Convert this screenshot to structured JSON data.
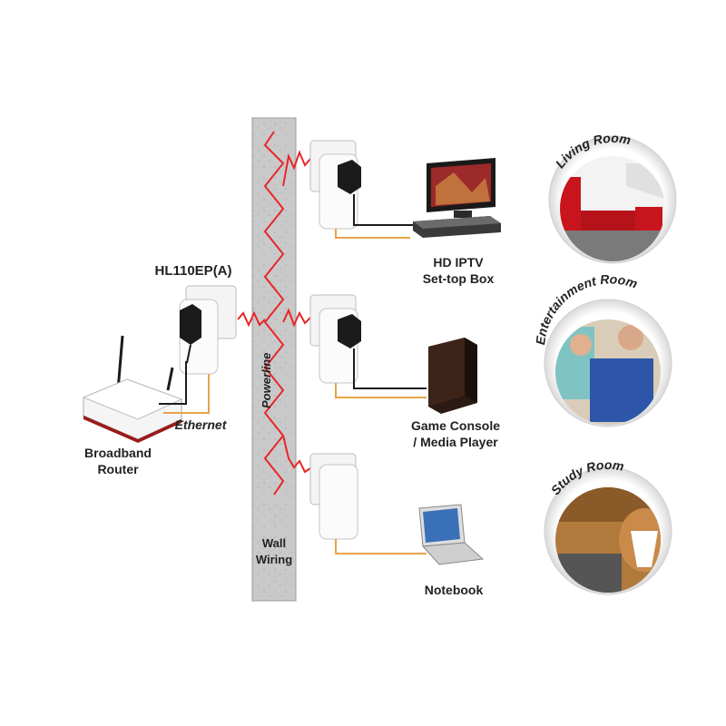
{
  "adapter_model": "HL110EP(A)",
  "router": {
    "line1": "Broadband",
    "line2": "Router"
  },
  "ethernet_label": "Ethernet",
  "powerline_label": "Powerline",
  "wall": {
    "line1": "Wall",
    "line2": "Wiring"
  },
  "devices": {
    "iptv": {
      "line1": "HD IPTV",
      "line2": "Set-top Box"
    },
    "console": {
      "line1": "Game Console",
      "line2": "/ Media Player"
    },
    "notebook": {
      "line1": "Notebook"
    }
  },
  "rooms": {
    "living": "Living Room",
    "entertainment": "Entertainment Room",
    "study": "Study Room"
  },
  "colors": {
    "wall": "#c8c8c8",
    "powerline": "#e8262a",
    "ethernet": "#e8a34a",
    "cable": "#111111"
  }
}
